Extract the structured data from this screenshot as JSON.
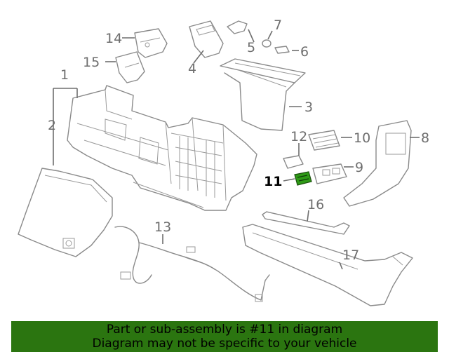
{
  "diagram": {
    "callouts": [
      "1",
      "2",
      "3",
      "4",
      "5",
      "6",
      "7",
      "8",
      "9",
      "10",
      "11",
      "12",
      "13",
      "14",
      "15",
      "16",
      "17"
    ],
    "highlighted_part": "11",
    "highlight_color": "#2e9a16"
  },
  "banner": {
    "line1": "Part or sub-assembly is #11 in diagram",
    "line2": "Diagram may not be specific to your vehicle",
    "background": "#2b7510"
  }
}
